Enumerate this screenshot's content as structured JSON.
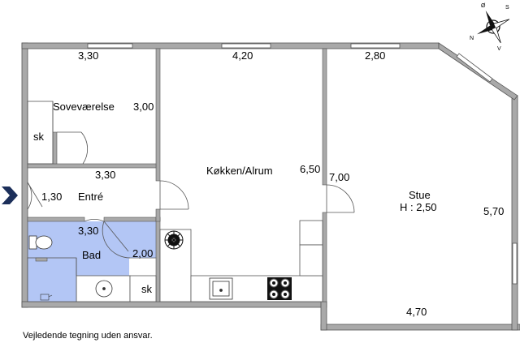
{
  "rooms": {
    "bedroom": {
      "name": "Soveværelse",
      "width": "3,30",
      "depth": "3,00",
      "closet": "sk"
    },
    "kitchen": {
      "name": "Køkken/Alrum",
      "width": "4,20",
      "depth": "6,50"
    },
    "living": {
      "name": "Stue",
      "height": "H : 2,50",
      "width_top": "2,80",
      "width_bottom": "4,70",
      "depth_left": "7,00",
      "depth_right": "5,70"
    },
    "entry": {
      "name": "Entré",
      "width": "3,30",
      "depth": "1,30"
    },
    "bath": {
      "name": "Bad",
      "width": "3,30",
      "depth": "2,00",
      "closet": "sk"
    }
  },
  "compass": {
    "north": "N",
    "south": "S",
    "east": "Ø",
    "west": "V"
  },
  "disclaimer": "Vejledende tegning uden ansvar.",
  "colors": {
    "wall": "#a9a9a9",
    "wall_stroke": "#555555",
    "bath_fill": "#b3c6f5",
    "entry_arrow": "#1c2f5a"
  }
}
